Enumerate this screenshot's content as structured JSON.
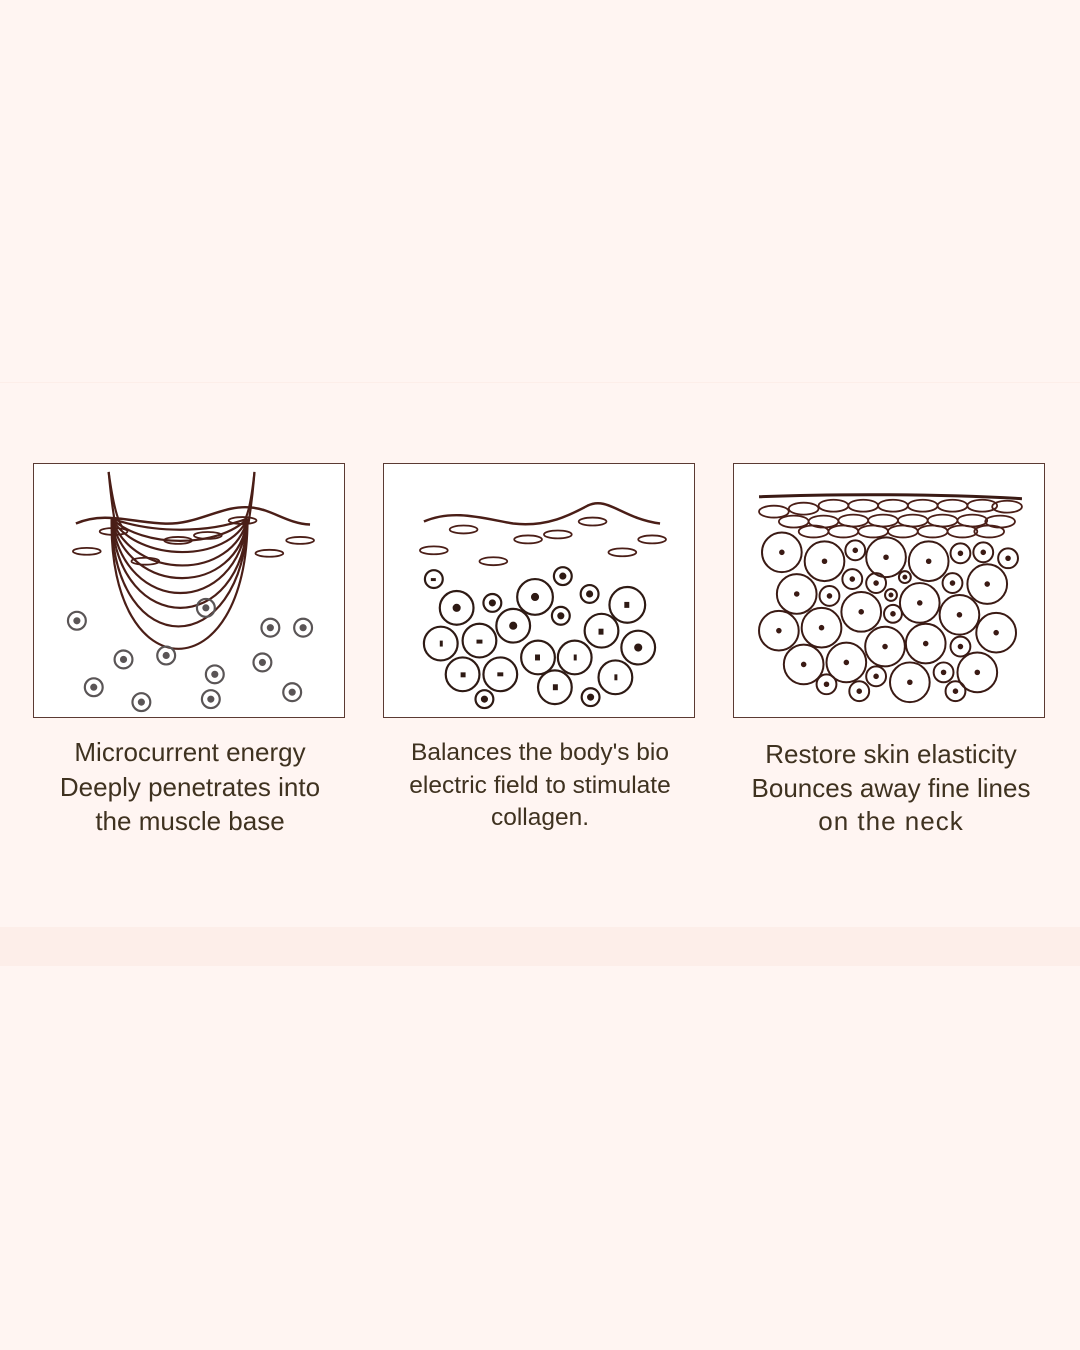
{
  "colors": {
    "background": "#fff5f2",
    "strip": "#fdeee9",
    "panel_border": "#5b3a33",
    "line_art": "#4a1e17",
    "cell_gray": "#5a5556",
    "caption_text": "#3f3220"
  },
  "panels": [
    {
      "illustration": "microcurrent-penetration-diagram",
      "caption_lines": [
        "Microcurrent energy",
        "Deeply penetrates into",
        "the muscle base"
      ]
    },
    {
      "illustration": "bioelectric-collagen-diagram",
      "caption_lines": [
        "Balances the body's bio",
        "electric field to stimulate",
        "collagen."
      ]
    },
    {
      "illustration": "elastic-skin-cells-diagram",
      "caption_lines": [
        "Restore skin elasticity",
        "Bounces away fine lines",
        "on the neck"
      ]
    }
  ]
}
